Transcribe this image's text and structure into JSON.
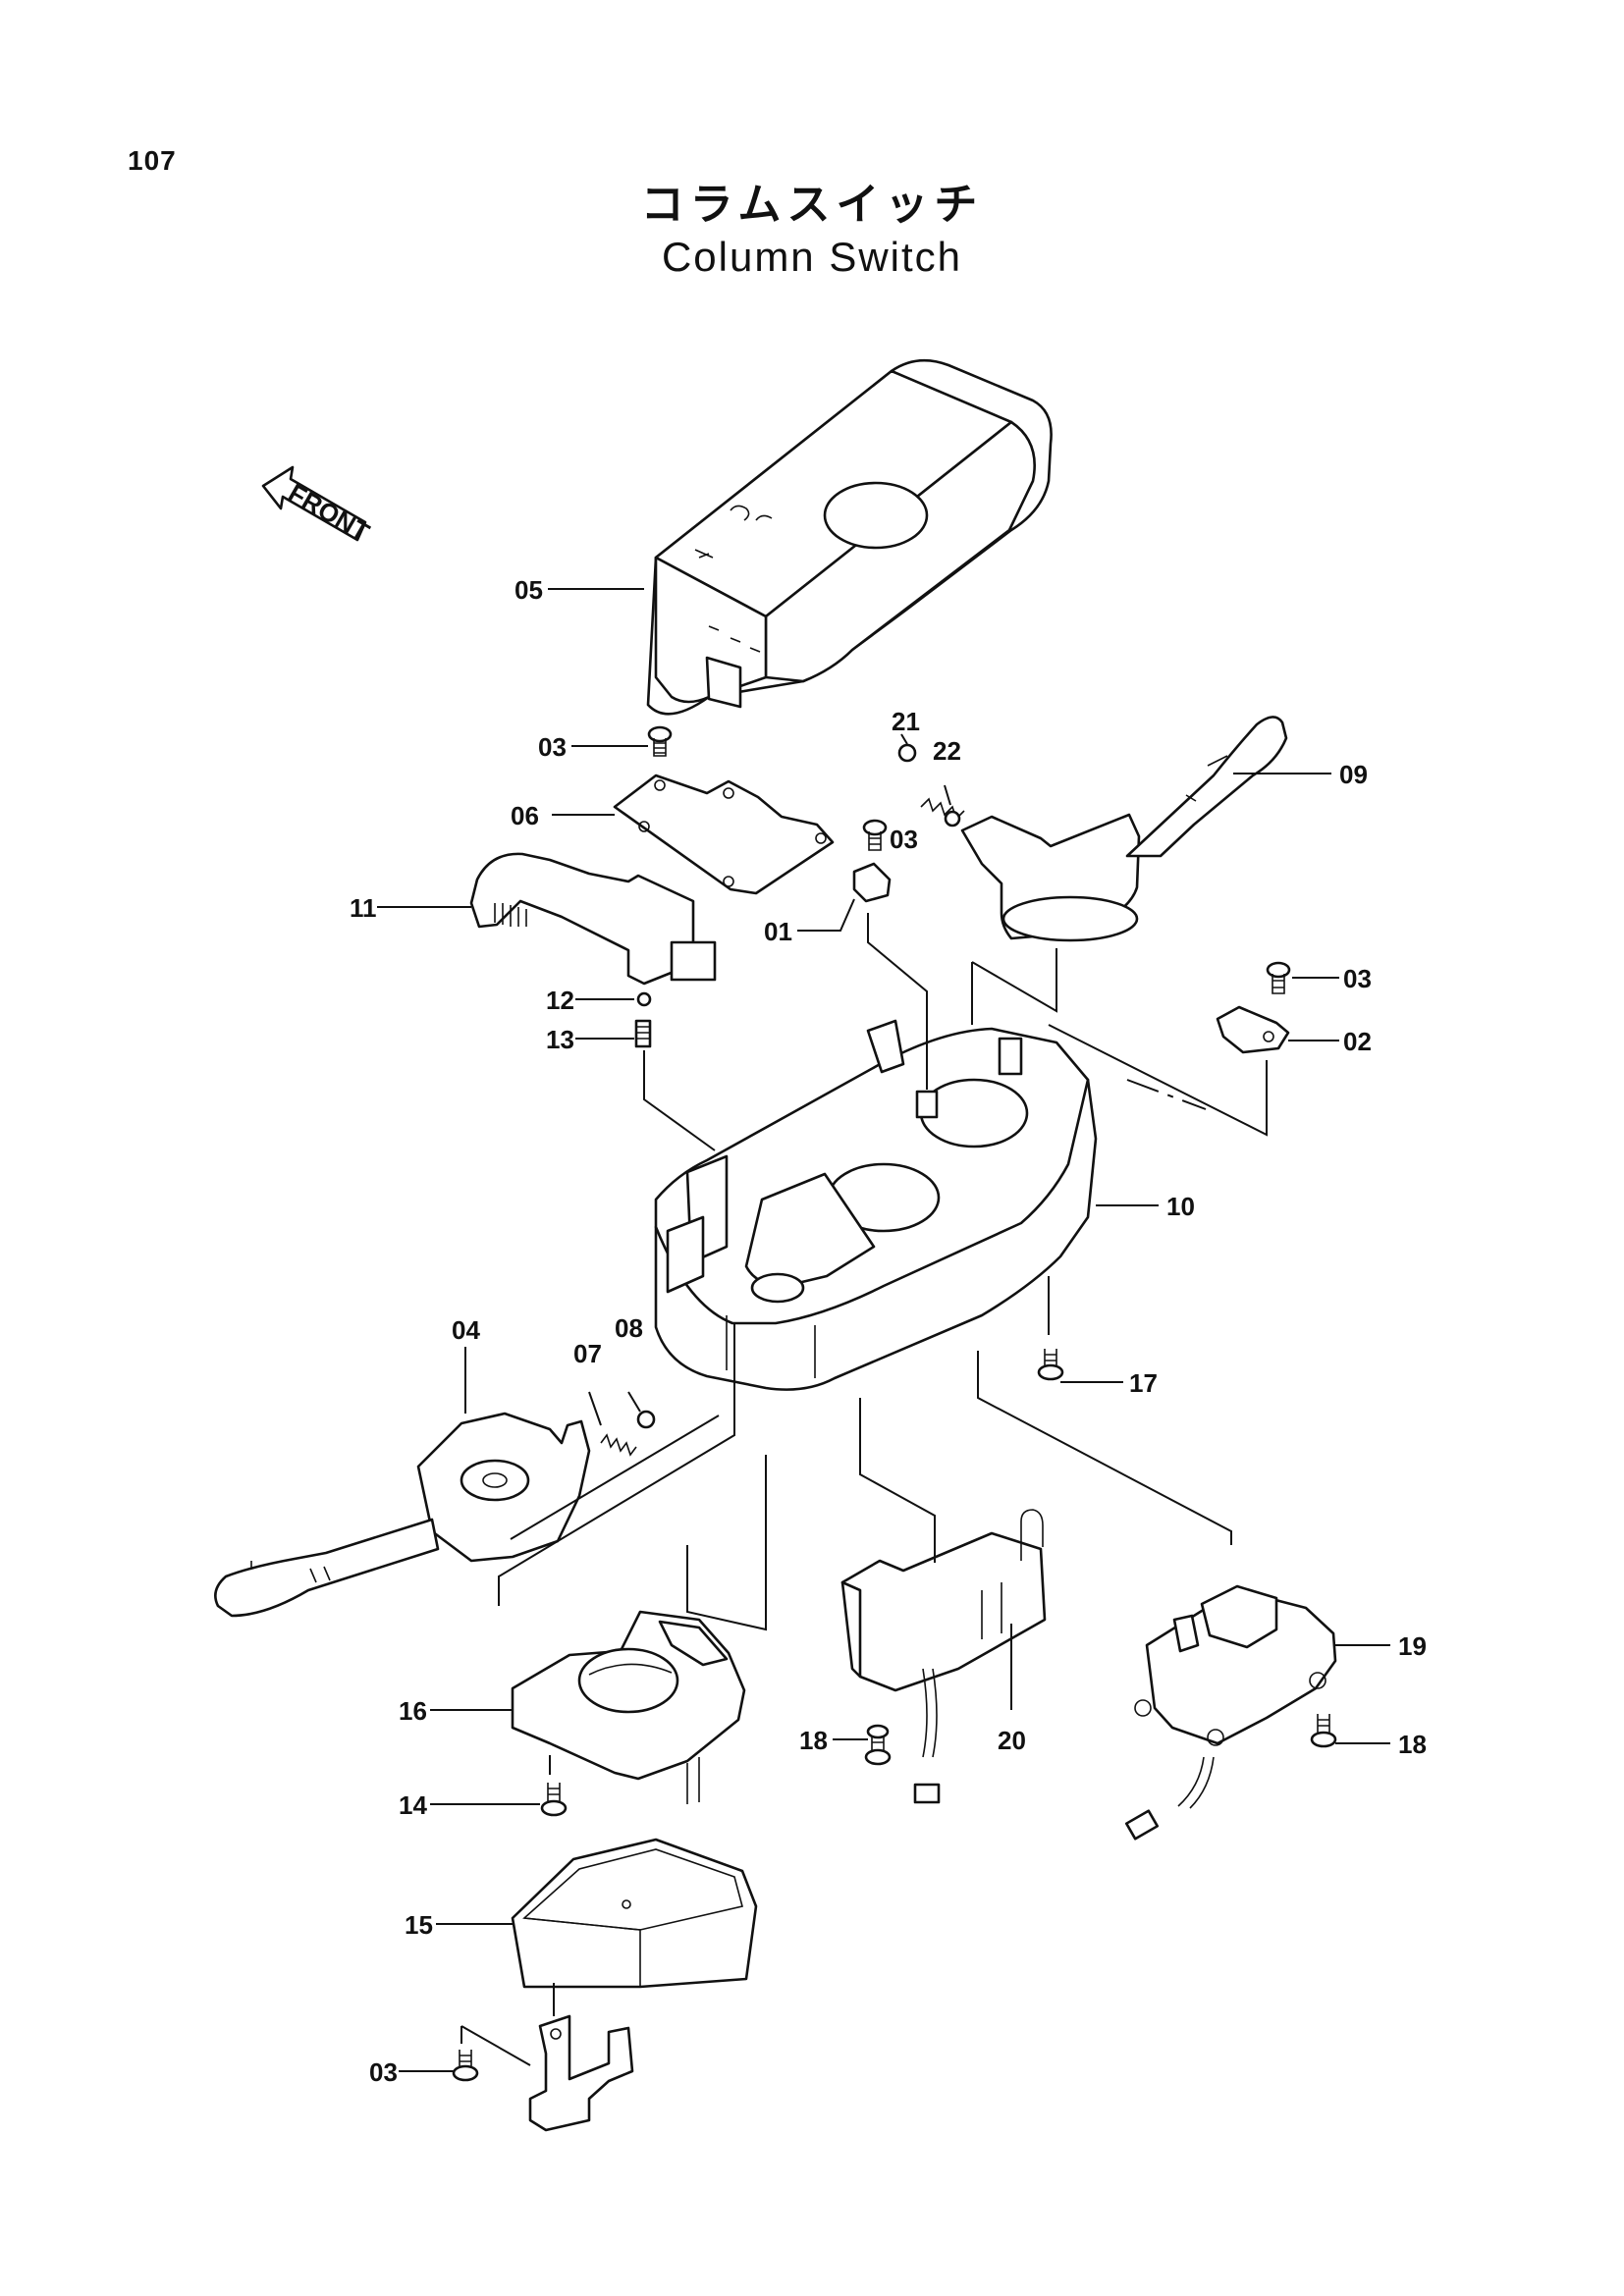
{
  "page_number": "107",
  "title_ja": "コラムスイッチ",
  "title_en": "Column Switch",
  "front_label": "FRONT",
  "callouts": {
    "p01": "01",
    "p02": "02",
    "p03a": "03",
    "p03b": "03",
    "p03c": "03",
    "p03d": "03",
    "p04": "04",
    "p05": "05",
    "p06": "06",
    "p07": "07",
    "p08": "08",
    "p09": "09",
    "p10": "10",
    "p11": "11",
    "p12": "12",
    "p13": "13",
    "p14": "14",
    "p15": "15",
    "p16": "16",
    "p17": "17",
    "p18a": "18",
    "p18b": "18",
    "p19": "19",
    "p20": "20",
    "p21": "21",
    "p22": "22"
  }
}
